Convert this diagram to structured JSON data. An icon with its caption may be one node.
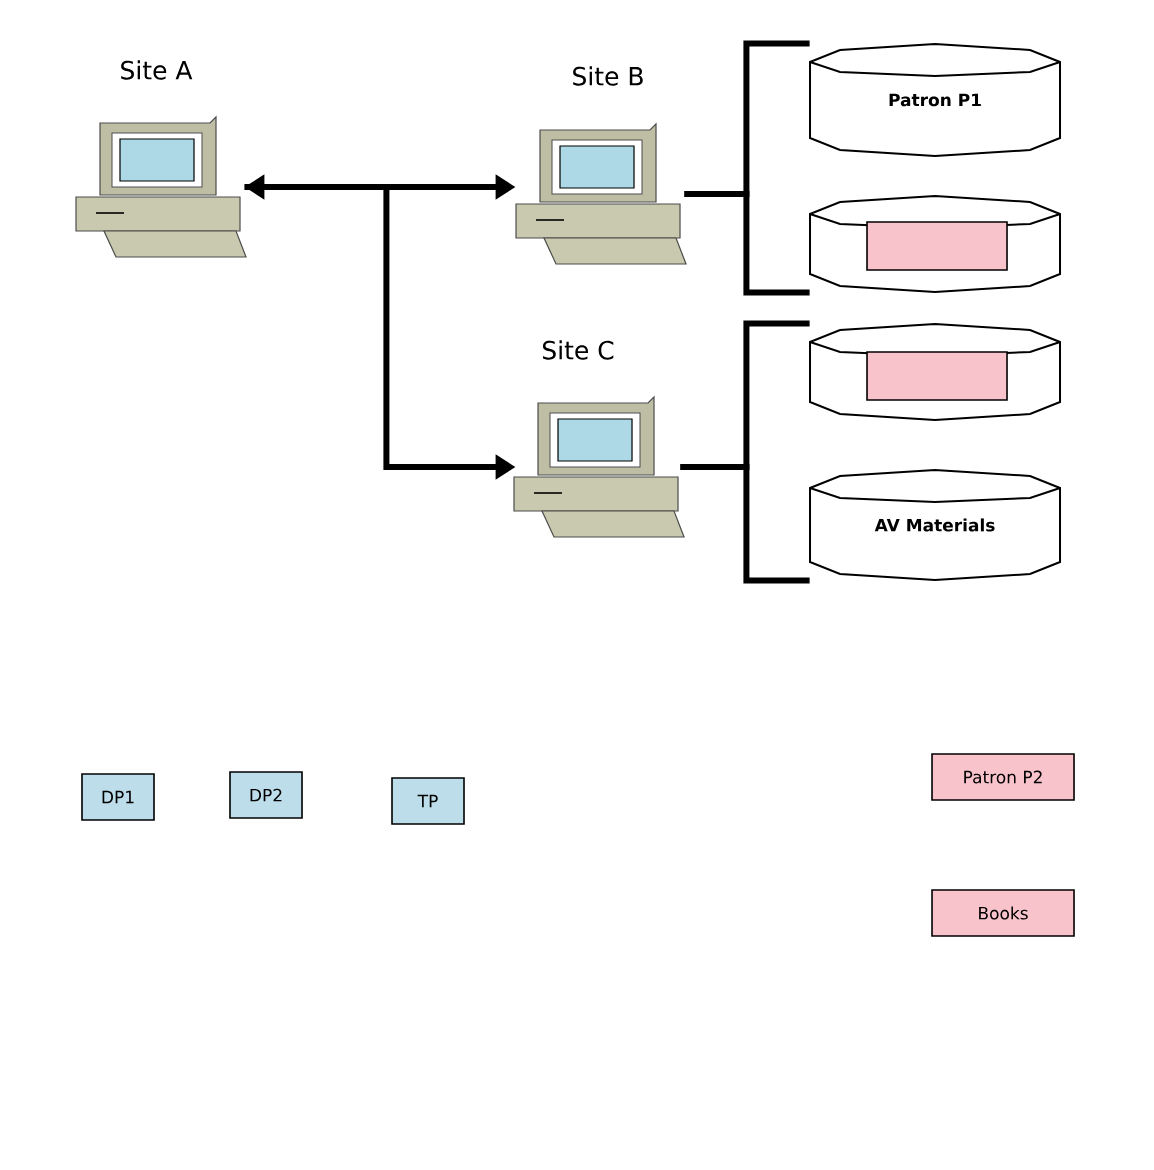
{
  "diagram": {
    "nodes": [
      {
        "text": [
          "Site A"
        ]
      },
      {
        "text": [
          "Site B"
        ]
      },
      {
        "text": [
          "Patron P1"
        ]
      },
      {
        "text": [],
        "shape": "cylinder"
      },
      {
        "text": [],
        "shape": "box",
        "in": 3
      },
      {
        "text": [
          "Site C"
        ]
      },
      {
        "text": [],
        "shape": "cylinder"
      },
      {
        "text": [],
        "shape": "box",
        "in": 6
      },
      {
        "text": [
          "AV Materials"
        ]
      },
      {
        "text": [
          "DP1"
        ]
      },
      {
        "text": [
          "DP2"
        ]
      },
      {
        "text": [
          "TP"
        ]
      },
      {
        "text": [
          "Patron P2"
        ]
      },
      {
        "text": [
          "Books"
        ]
      }
    ],
    "edges": [
      {
        "from": 0,
        "to": 1,
        "arrow": "both"
      },
      {
        "from": 0,
        "to": 5,
        "arrow": "to"
      },
      {
        "from": 1,
        "to": 2,
        "arrow": "none"
      },
      {
        "from": 1,
        "to": 3,
        "arrow": "none"
      },
      {
        "from": 5,
        "to": 6,
        "arrow": "none"
      },
      {
        "from": 5,
        "to": 8,
        "arrow": "none"
      }
    ]
  }
}
